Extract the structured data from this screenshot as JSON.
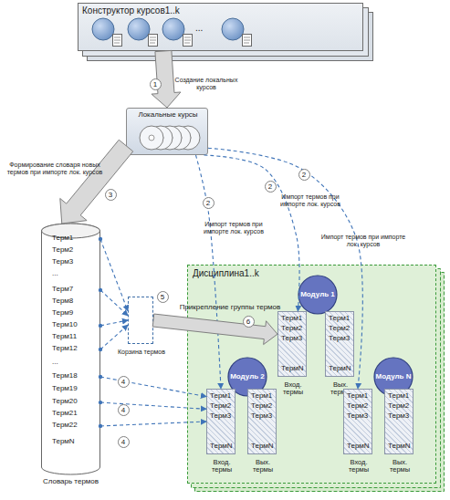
{
  "diagram": {
    "nodes": [
      {
        "text": [
          "Конструктор курсов1..k"
        ]
      },
      {
        "text": [
          "Локальные курсы"
        ]
      },
      {
        "text": [
          "Терм1",
          "Терм2",
          "Терм3",
          "...",
          "Терм7",
          "Терм8",
          "Терм9",
          "Терм10",
          "Терм11",
          "Терм12",
          "...",
          "Терм18",
          "Терм19",
          "Терм20",
          "Терм21",
          "Терм22",
          "ТермN",
          "Словарь термов"
        ]
      },
      {
        "text": [
          "Корзина термов"
        ]
      },
      {
        "text": [
          "Дисциплина1..k"
        ]
      },
      {
        "text": [
          "Модуль 1"
        ],
        "in": 4
      },
      {
        "text": [
          "Терм1",
          "Терм2",
          "Терм3",
          "ТермN",
          "Вход. термы"
        ],
        "in": 4
      },
      {
        "text": [
          "Терм1",
          "Терм2",
          "Терм3",
          "ТермN",
          "Вых. термы"
        ],
        "in": 4
      },
      {
        "text": [
          "Модуль 2"
        ],
        "in": 4
      },
      {
        "text": [
          "Терм1",
          "Терм2",
          "Терм3",
          "ТермN",
          "Вход. термы"
        ],
        "in": 4
      },
      {
        "text": [
          "Терм1",
          "Терм2",
          "Терм3",
          "ТермN",
          "Вых. термы"
        ],
        "in": 4
      },
      {
        "text": [
          "Модуль N"
        ],
        "in": 4
      },
      {
        "text": [
          "Терм1",
          "Терм2",
          "Терм3",
          "ТермN",
          "Вход. термы"
        ],
        "in": 4
      },
      {
        "text": [
          "Терм1",
          "Терм2",
          "Терм3",
          "ТермN",
          "Вых. термы"
        ],
        "in": 4
      }
    ],
    "edges": [
      {
        "from": 0,
        "to": 1,
        "arrow": "to",
        "label": "Создание локальных курсов"
      },
      {
        "from": 1,
        "to": 2,
        "arrow": "to",
        "label": "Формирование словаря новых термов при импорте лок. курсов"
      },
      {
        "from": 1,
        "to": 9,
        "arrow": "to",
        "label": "Импорт термов при импорте лок. курсов"
      },
      {
        "from": 1,
        "to": 6,
        "arrow": "to",
        "label": "Импорт термов при импорте лок. курсов"
      },
      {
        "from": 1,
        "to": 12,
        "arrow": "to",
        "label": "Импорт термов при импорте лок. курсов"
      },
      {
        "from": 2,
        "to": 3,
        "arrow": "to"
      },
      {
        "from": 2,
        "to": 3,
        "arrow": "to"
      },
      {
        "from": 2,
        "to": 3,
        "arrow": "to"
      },
      {
        "from": 2,
        "to": 3,
        "arrow": "to"
      },
      {
        "from": 3,
        "to": 6,
        "arrow": "to",
        "label": "Прикрепление группы термов"
      },
      {
        "from": 2,
        "to": 9,
        "arrow": "to"
      },
      {
        "from": 2,
        "to": 9,
        "arrow": "to"
      },
      {
        "from": 2,
        "to": 9,
        "arrow": "to"
      }
    ],
    "labels": [
      "...",
      "1",
      "2",
      "2",
      "2",
      "3",
      "4",
      "4",
      "4",
      "5",
      "6"
    ]
  }
}
